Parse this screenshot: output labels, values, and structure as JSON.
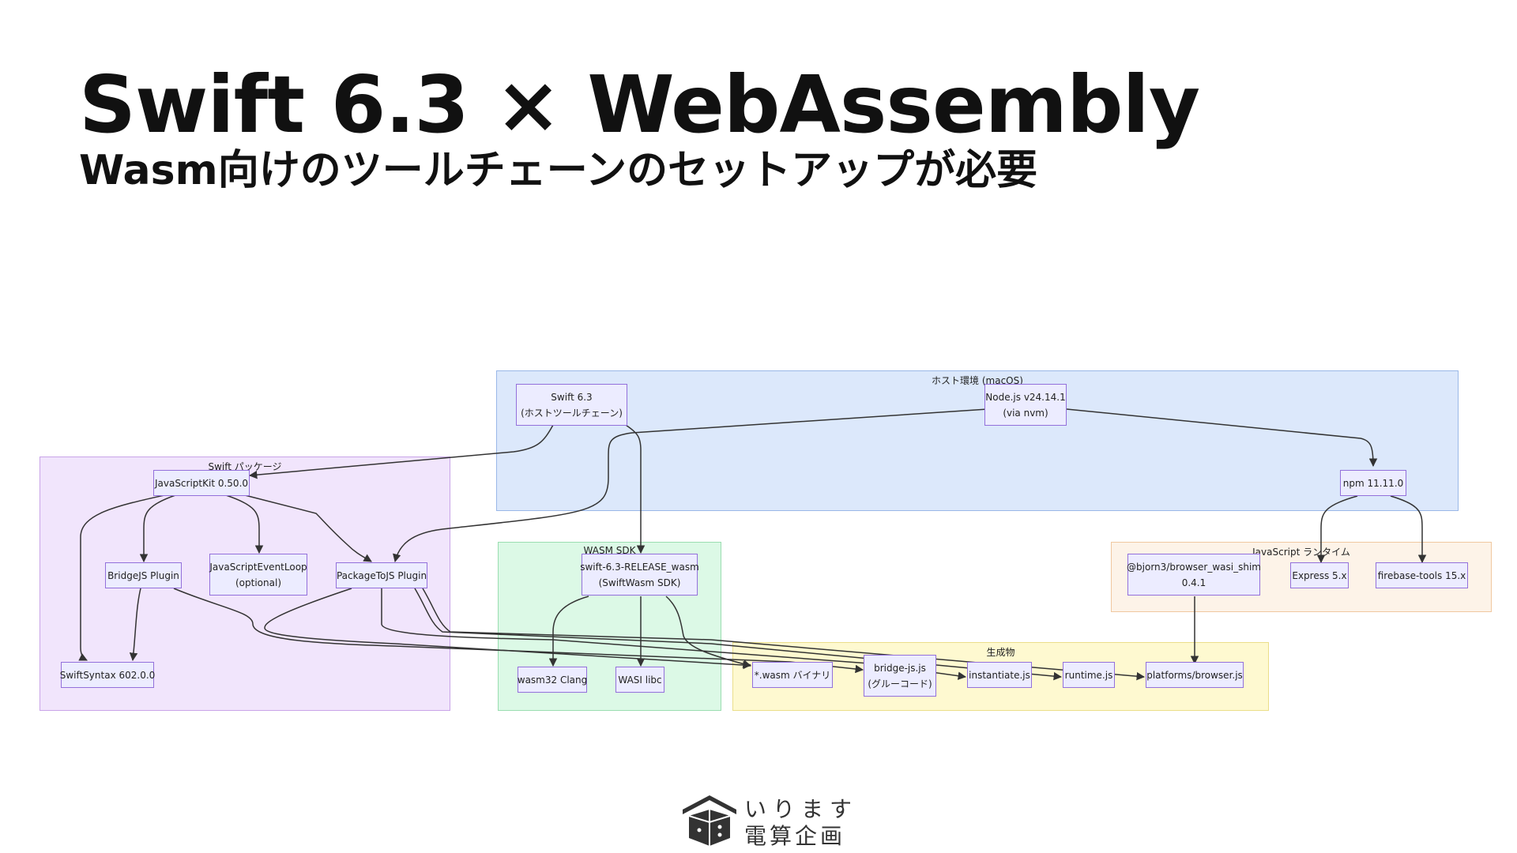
{
  "slide": {
    "title": "Swift 6.3 × WebAssembly",
    "subtitle": "Wasm向けのツールチェーンのセットアップが必要"
  },
  "diagram": {
    "clusters": {
      "host": "ホスト環境 (macOS)",
      "swiftpkg": "Swift パッケージ",
      "wasmsdk": "WASM SDK",
      "jsruntime": "JavaScript ランタイム",
      "artifacts": "生成物"
    },
    "nodes": {
      "swift63": {
        "line1": "Swift 6.3",
        "line2": "(ホストツールチェーン)"
      },
      "node": {
        "line1": "Node.js v24.14.1",
        "line2": "(via nvm)"
      },
      "npm": {
        "line1": "npm 11.11.0"
      },
      "jskit": {
        "line1": "JavaScriptKit 0.50.0"
      },
      "bridgejs": {
        "line1": "BridgeJS Plugin"
      },
      "eventloop": {
        "line1": "JavaScriptEventLoop",
        "line2": "(optional)"
      },
      "packagetojs": {
        "line1": "PackageToJS Plugin"
      },
      "syntax": {
        "line1": "SwiftSyntax 602.0.0"
      },
      "sdk": {
        "line1": "swift-6.3-RELEASE_wasm",
        "line2": "(SwiftWasm SDK)"
      },
      "clang": {
        "line1": "wasm32 Clang"
      },
      "libc": {
        "line1": "WASI libc"
      },
      "shim": {
        "line1": "@bjorn3/browser_wasi_shim",
        "line2": "0.4.1"
      },
      "express": {
        "line1": "Express 5.x"
      },
      "firebase": {
        "line1": "firebase-tools 15.x"
      },
      "wasmbin": {
        "line1": "*.wasm バイナリ"
      },
      "bridgejsjs": {
        "line1": "bridge-js.js",
        "line2": "(グルーコード)"
      },
      "instantiate": {
        "line1": "instantiate.js"
      },
      "runtime": {
        "line1": "runtime.js"
      },
      "platforms": {
        "line1": "platforms/browser.js"
      }
    },
    "colors": {
      "node_fill": "#ECECFF",
      "node_border": "#9370DB",
      "edge": "#333333",
      "host": "#DCE8FB",
      "swiftpkg": "#F1E5FC",
      "wasmsdk": "#DCF9E6",
      "jsruntime": "#FDF3E8",
      "artifacts": "#FEF9D0"
    }
  },
  "logo": {
    "line1": "いります",
    "line2": "電算企画",
    "icon": "house-box-icon"
  }
}
